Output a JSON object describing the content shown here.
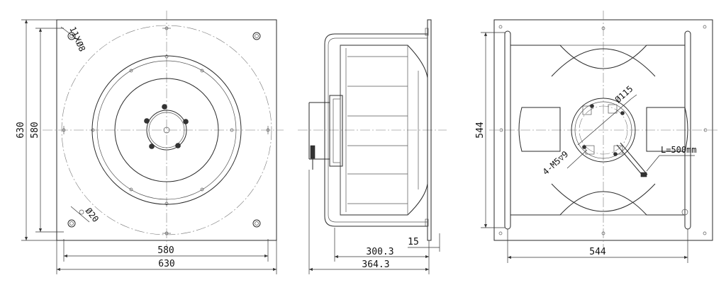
{
  "front_view": {
    "dim_630_width": "630",
    "dim_580_width": "580",
    "dim_630_height": "630",
    "dim_580_height": "580",
    "hole_note": "11ⅩØ8",
    "dia_20": "Ø20"
  },
  "side_view": {
    "dim_300_3": "300.3",
    "dim_364_3": "364.3",
    "dim_15": "15"
  },
  "rear_view": {
    "dim_544_width": "544",
    "dim_544_height": "544",
    "dia_115": "Ø115",
    "thread_note": "4-M5▽9",
    "cable_length": "L=500mm"
  }
}
